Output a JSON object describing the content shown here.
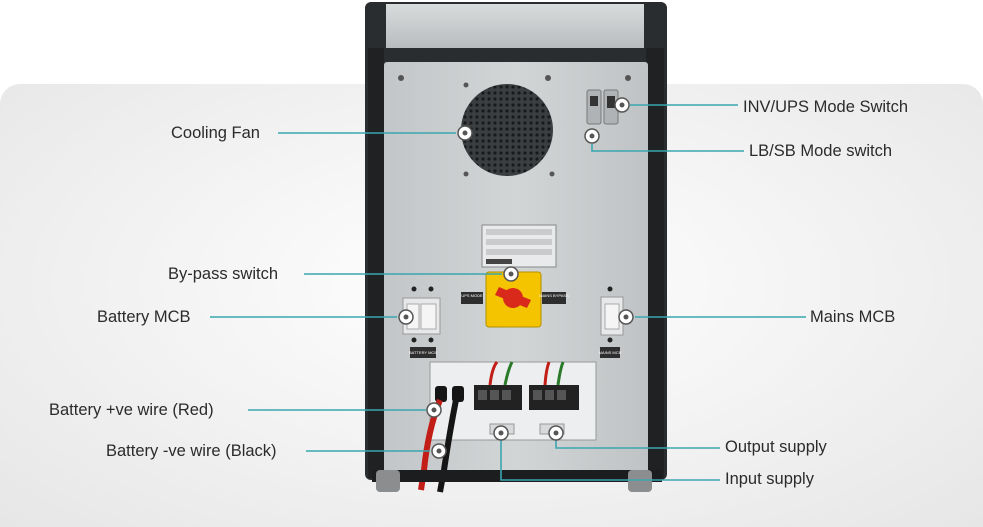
{
  "callouts": {
    "cooling_fan": "Cooling Fan",
    "inv_ups_mode_switch": "INV/UPS Mode Switch",
    "lb_sb_mode_switch": "LB/SB Mode switch",
    "bypass_switch": "By-pass switch",
    "battery_mcb": "Battery MCB",
    "mains_mcb": "Mains MCB",
    "battery_pos_wire": "Battery +ve wire (Red)",
    "battery_neg_wire": "Battery -ve wire (Black)",
    "output_supply": "Output supply",
    "input_supply": "Input supply"
  },
  "device": {
    "ups_mode_text": "UPS MODE",
    "mains_bypass_text": "MAINS BYPASS",
    "battery_mcb_tag": "BATTERY MCB",
    "mains_mcb_tag": "MAINS MCB"
  },
  "colors": {
    "leader_line": "#3aa6b0",
    "cabinet": "#2a2d2f",
    "panel": "#c9cccd",
    "bypass_housing": "#f4c400",
    "bypass_knob": "#d8291b",
    "red_wire": "#c21d17"
  }
}
